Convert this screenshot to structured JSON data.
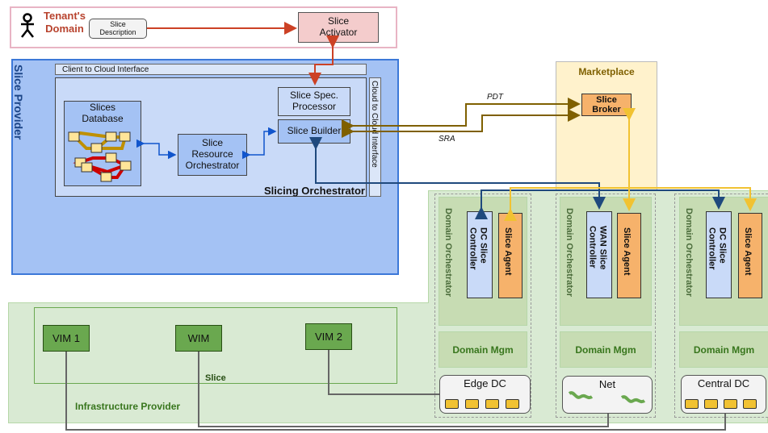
{
  "tenant": {
    "title_line1": "Tenant's",
    "title_line2": "Domain",
    "slice_description": "Slice\nDescription",
    "activator": "Slice\nActivator"
  },
  "provider": {
    "title": "Slice Provider",
    "client_interface": "Client to Cloud Interface",
    "cloud_interface": "Cloud to Cloud Interface",
    "orchestrator_title": "Slicing Orchestrator",
    "slices_database": "Slices\nDatabase",
    "resource_orchestrator": "Slice\nResource\nOrchestrator",
    "spec_processor": "Slice Spec.\nProcessor",
    "slice_builder": "Slice Builder"
  },
  "marketplace": {
    "title": "Marketplace",
    "broker": "Slice\nBroker",
    "pdt": "PDT",
    "sra": "SRA"
  },
  "domains": [
    {
      "orchestrator": "Domain Orchestrator",
      "controller": "DC Slice\nController",
      "agent": "Slice Agent",
      "mgm": "Domain Mgm",
      "site": "Edge DC"
    },
    {
      "orchestrator": "Domain Orchestrator",
      "controller": "WAN Slice\nController",
      "agent": "Slice Agent",
      "mgm": "Domain Mgm",
      "site": "Net"
    },
    {
      "orchestrator": "Domain Orchestrator",
      "controller": "DC Slice\nController",
      "agent": "Slice Agent",
      "mgm": "Domain Mgm",
      "site": "Central DC"
    }
  ],
  "infrastructure": {
    "title": "Infrastructure Provider",
    "slice_label": "Slice",
    "vim1": "VIM 1",
    "wim": "WIM",
    "vim2": "VIM 2"
  },
  "colors": {
    "tenant_border": "#e8b4c4",
    "activator_fill": "#f4cccc",
    "red_arrow": "#cc4125",
    "provider_fill": "#a4c2f4",
    "provider_border": "#3c78d8",
    "orchestrator_fill": "#c9daf8",
    "market_fill": "#fff2cc",
    "broker_fill": "#f6b26b",
    "olive_arrow": "#7f6000",
    "yellow_arrow": "#f1c232",
    "navy_arrow": "#1f497d",
    "infra_fill": "#d9ead3",
    "vim_fill": "#6aa84f"
  }
}
